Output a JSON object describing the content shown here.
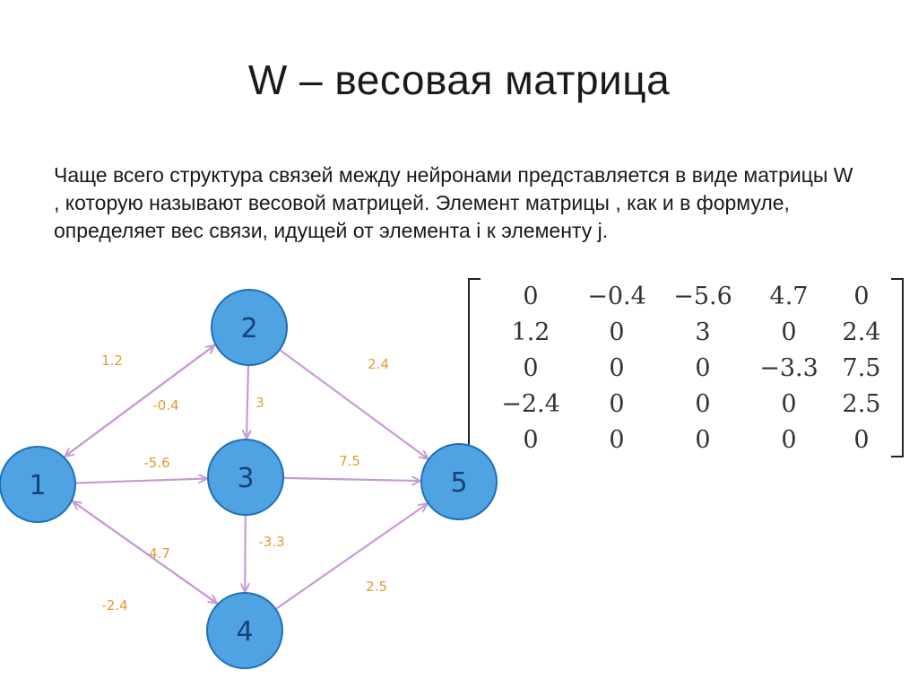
{
  "slide": {
    "title": "W – весовая матрица",
    "paragraph": "Чаще всего структура связей между нейронами представляется в виде матрицы W , которую называют весовой матрицей. Элемент матрицы , как и в формуле, определяет вес связи, идущей от элемента i к элементу j."
  },
  "colors": {
    "node_fill": "#4fa3e3",
    "node_stroke": "#1f6fb8",
    "edge": "#c89ad4",
    "edge_label": "#e39a2f"
  },
  "matrix": {
    "rows": [
      [
        "0",
        "−0.4",
        "−5.6",
        "4.7",
        "0"
      ],
      [
        "1.2",
        "0",
        "3",
        "0",
        "2.4"
      ],
      [
        "0",
        "0",
        "0",
        "−3.3",
        "7.5"
      ],
      [
        "−2.4",
        "0",
        "0",
        "0",
        "2.5"
      ],
      [
        "0",
        "0",
        "0",
        "0",
        "0"
      ]
    ]
  },
  "graph": {
    "nodes": [
      {
        "id": "1",
        "label": "1"
      },
      {
        "id": "2",
        "label": "2"
      },
      {
        "id": "3",
        "label": "3"
      },
      {
        "id": "4",
        "label": "4"
      },
      {
        "id": "5",
        "label": "5"
      }
    ],
    "edges": [
      {
        "from": "2",
        "to": "1",
        "label": "1.2"
      },
      {
        "from": "1",
        "to": "2",
        "label": "-0.4"
      },
      {
        "from": "2",
        "to": "5",
        "label": "2.4"
      },
      {
        "from": "2",
        "to": "3",
        "label": "3"
      },
      {
        "from": "1",
        "to": "3",
        "label": "-5.6"
      },
      {
        "from": "3",
        "to": "5",
        "label": "7.5"
      },
      {
        "from": "3",
        "to": "4",
        "label": "-3.3"
      },
      {
        "from": "1",
        "to": "4",
        "label": "4.7"
      },
      {
        "from": "4",
        "to": "1",
        "label": "-2.4"
      },
      {
        "from": "4",
        "to": "5",
        "label": "2.5"
      }
    ]
  }
}
